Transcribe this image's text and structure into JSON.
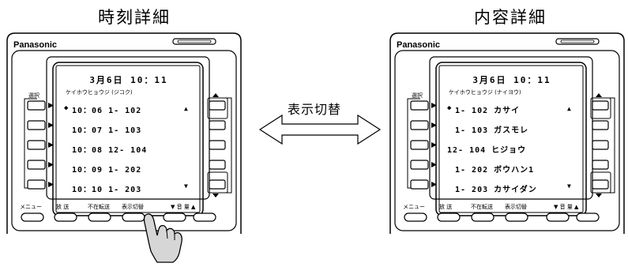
{
  "left": {
    "heading": "時刻詳細",
    "brand": "Panasonic",
    "date_line": "3月6日 10：11",
    "subtitle": "ケイホウヒョウジ (ジコク)",
    "select_label": "選択",
    "rows": [
      "10：06  1- 102",
      "10：07  1- 103",
      "10：08 12- 104",
      "10：09  1- 202",
      "10：10  1- 203"
    ],
    "selected_row": 0,
    "function_keys": [
      "メニュー",
      "放 送",
      "不在転送",
      "表示切替",
      "▼ 音 量 ▲"
    ]
  },
  "middle": {
    "label": "表示切替"
  },
  "right": {
    "heading": "内容詳細",
    "brand": "Panasonic",
    "date_line": "3月6日 10：11",
    "subtitle": "ケイホウヒョウジ (ナイヨウ)",
    "select_label": "選択",
    "rows": [
      "1- 102  カサイ",
      "1- 103  ガスモレ",
      "12- 104  ヒジョウ",
      "1- 202  ボウハン1",
      "1- 203  カサイダン"
    ],
    "selected_row": 0,
    "function_keys": [
      "メニュー",
      "放 送",
      "不在転送",
      "表示切替",
      "▼ 音 量 ▲"
    ]
  }
}
